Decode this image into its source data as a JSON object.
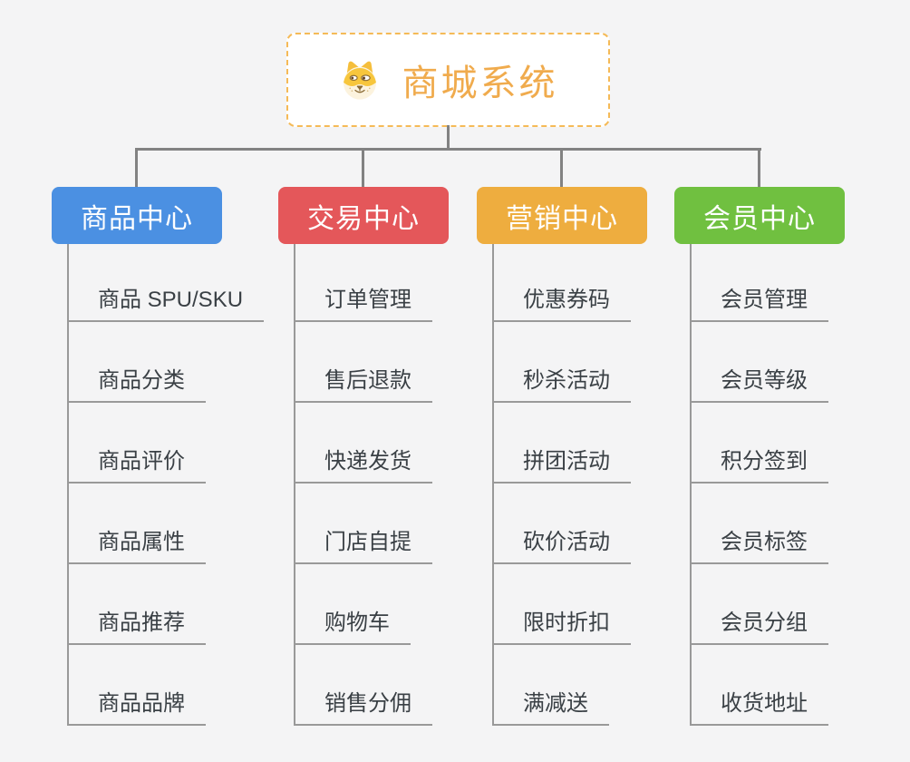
{
  "background": "#F4F4F5",
  "connector_color": "#828282",
  "underline_color": "#999999",
  "root": {
    "title": "商城系统",
    "text_color": "#F0AB4D",
    "border_color": "#F5BA57",
    "icon": "doge-icon"
  },
  "branches": [
    {
      "label": "商品中心",
      "color": "#4B90E2",
      "items": [
        "商品 SPU/SKU",
        "商品分类",
        "商品评价",
        "商品属性",
        "商品推荐",
        "商品品牌"
      ]
    },
    {
      "label": "交易中心",
      "color": "#E4575A",
      "items": [
        "订单管理",
        "售后退款",
        "快递发货",
        "门店自提",
        "购物车",
        "销售分佣"
      ]
    },
    {
      "label": "营销中心",
      "color": "#EEAD3F",
      "items": [
        "优惠券码",
        "秒杀活动",
        "拼团活动",
        "砍价活动",
        "限时折扣",
        "满减送"
      ]
    },
    {
      "label": "会员中心",
      "color": "#70C040",
      "items": [
        "会员管理",
        "会员等级",
        "积分签到",
        "会员标签",
        "会员分组",
        "收货地址"
      ]
    }
  ]
}
